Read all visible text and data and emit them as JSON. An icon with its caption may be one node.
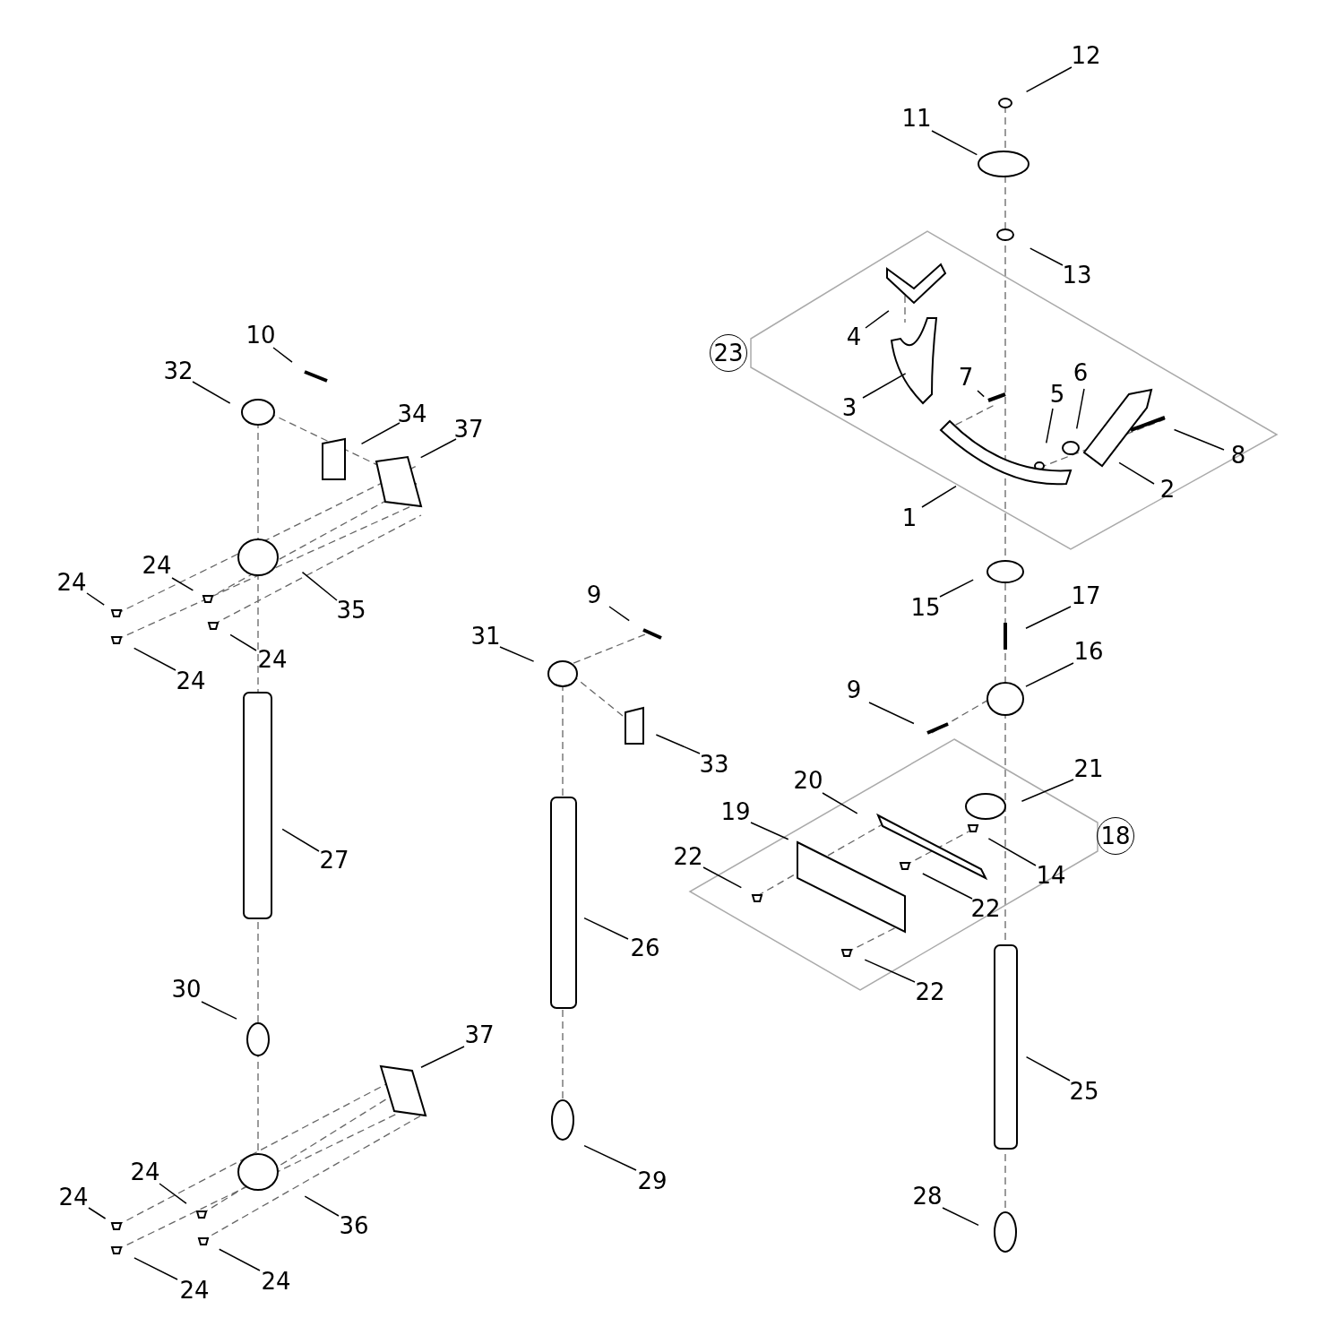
{
  "diagram": {
    "nodes": [
      {
        "text": [
          "12"
        ]
      },
      {
        "text": [
          "11"
        ]
      },
      {
        "text": [
          "13"
        ]
      },
      {
        "text": [
          "4"
        ]
      },
      {
        "text": [
          "23"
        ]
      },
      {
        "text": [
          "7"
        ]
      },
      {
        "text": [
          "5"
        ]
      },
      {
        "text": [
          "6"
        ]
      },
      {
        "text": [
          "3"
        ]
      },
      {
        "text": [
          "8"
        ]
      },
      {
        "text": [
          "2"
        ]
      },
      {
        "text": [
          "1"
        ]
      },
      {
        "text": [
          "10"
        ]
      },
      {
        "text": [
          "32"
        ]
      },
      {
        "text": [
          "34"
        ]
      },
      {
        "text": [
          "37"
        ]
      },
      {
        "text": [
          "24"
        ]
      },
      {
        "text": [
          "24"
        ]
      },
      {
        "text": [
          "35"
        ]
      },
      {
        "text": [
          "24"
        ]
      },
      {
        "text": [
          "24"
        ]
      },
      {
        "text": [
          "9"
        ]
      },
      {
        "text": [
          "31"
        ]
      },
      {
        "text": [
          "15"
        ]
      },
      {
        "text": [
          "17"
        ]
      },
      {
        "text": [
          "16"
        ]
      },
      {
        "text": [
          "9"
        ]
      },
      {
        "text": [
          "33"
        ]
      },
      {
        "text": [
          "20"
        ]
      },
      {
        "text": [
          "21"
        ]
      },
      {
        "text": [
          "19"
        ]
      },
      {
        "text": [
          "18"
        ]
      },
      {
        "text": [
          "14"
        ]
      },
      {
        "text": [
          "22"
        ]
      },
      {
        "text": [
          "22"
        ]
      },
      {
        "text": [
          "27"
        ]
      },
      {
        "text": [
          "26"
        ]
      },
      {
        "text": [
          "22"
        ]
      },
      {
        "text": [
          "30"
        ]
      },
      {
        "text": [
          "37"
        ]
      },
      {
        "text": [
          "25"
        ]
      },
      {
        "text": [
          "24"
        ]
      },
      {
        "text": [
          "28"
        ]
      },
      {
        "text": [
          "24"
        ]
      },
      {
        "text": [
          "36"
        ]
      },
      {
        "text": [
          "29"
        ]
      },
      {
        "text": [
          "24"
        ]
      },
      {
        "text": [
          "24"
        ]
      }
    ],
    "edges": [
      {
        "from": 0,
        "to": null,
        "arrow": "none"
      },
      {
        "from": 1,
        "to": null,
        "arrow": "none"
      },
      {
        "from": 2,
        "to": null,
        "arrow": "none"
      },
      {
        "from": 3,
        "to": null,
        "arrow": "none"
      },
      {
        "from": 5,
        "to": null,
        "arrow": "none"
      },
      {
        "from": 6,
        "to": null,
        "arrow": "none"
      },
      {
        "from": 7,
        "to": null,
        "arrow": "none"
      },
      {
        "from": 8,
        "to": null,
        "arrow": "none"
      },
      {
        "from": 9,
        "to": null,
        "arrow": "none"
      },
      {
        "from": 10,
        "to": null,
        "arrow": "none"
      },
      {
        "from": 11,
        "to": null,
        "arrow": "none"
      },
      {
        "from": 12,
        "to": null,
        "arrow": "none"
      },
      {
        "from": 13,
        "to": null,
        "arrow": "none"
      },
      {
        "from": 14,
        "to": null,
        "arrow": "none"
      },
      {
        "from": 15,
        "to": null,
        "arrow": "none"
      },
      {
        "from": 16,
        "to": null,
        "arrow": "none"
      },
      {
        "from": 17,
        "to": null,
        "arrow": "none"
      },
      {
        "from": 18,
        "to": null,
        "arrow": "none"
      },
      {
        "from": 19,
        "to": null,
        "arrow": "none"
      },
      {
        "from": 20,
        "to": null,
        "arrow": "none"
      },
      {
        "from": 21,
        "to": null,
        "arrow": "none"
      },
      {
        "from": 22,
        "to": null,
        "arrow": "none"
      },
      {
        "from": 23,
        "to": null,
        "arrow": "none"
      },
      {
        "from": 24,
        "to": null,
        "arrow": "none"
      },
      {
        "from": 25,
        "to": null,
        "arrow": "none"
      },
      {
        "from": 26,
        "to": null,
        "arrow": "none"
      },
      {
        "from": 27,
        "to": null,
        "arrow": "none"
      },
      {
        "from": 28,
        "to": null,
        "arrow": "none"
      },
      {
        "from": 29,
        "to": null,
        "arrow": "none"
      },
      {
        "from": 30,
        "to": null,
        "arrow": "none"
      },
      {
        "from": 32,
        "to": null,
        "arrow": "none"
      },
      {
        "from": 33,
        "to": null,
        "arrow": "none"
      },
      {
        "from": 34,
        "to": null,
        "arrow": "none"
      },
      {
        "from": 35,
        "to": null,
        "arrow": "none"
      },
      {
        "from": 36,
        "to": null,
        "arrow": "none"
      },
      {
        "from": 37,
        "to": null,
        "arrow": "none"
      },
      {
        "from": 38,
        "to": null,
        "arrow": "none"
      },
      {
        "from": 39,
        "to": null,
        "arrow": "none"
      },
      {
        "from": 40,
        "to": null,
        "arrow": "none"
      },
      {
        "from": 41,
        "to": null,
        "arrow": "none"
      },
      {
        "from": 42,
        "to": null,
        "arrow": "none"
      },
      {
        "from": 43,
        "to": null,
        "arrow": "none"
      },
      {
        "from": 44,
        "to": null,
        "arrow": "none"
      },
      {
        "from": 45,
        "to": null,
        "arrow": "none"
      },
      {
        "from": 46,
        "to": null,
        "arrow": "none"
      },
      {
        "from": 47,
        "to": null,
        "arrow": "none"
      }
    ]
  }
}
